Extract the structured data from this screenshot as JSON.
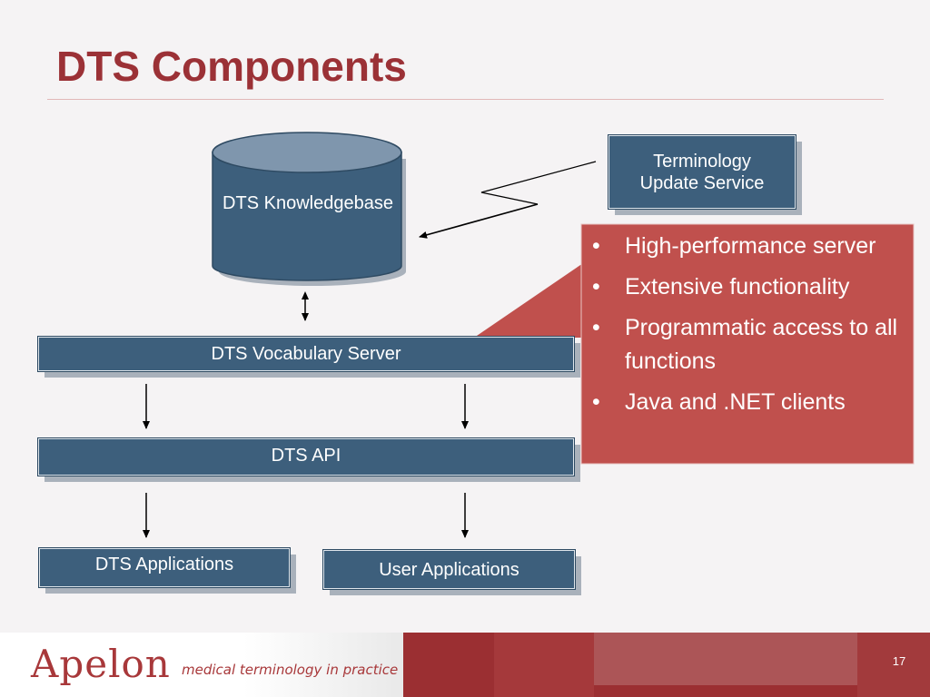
{
  "slide": {
    "title": "DTS Components",
    "page_number": "17"
  },
  "diagram": {
    "knowledgebase": {
      "line1": "DTS",
      "line2": "Knowledgebase"
    },
    "update_service": {
      "line1": "Terminology",
      "line2": "Update Service"
    },
    "vocabulary_server": "DTS Vocabulary Server",
    "api": "DTS API",
    "dts_applications": "DTS Applications",
    "user_applications": "User Applications"
  },
  "callout": {
    "bullets": [
      "High-performance server",
      "Extensive functionality",
      "Programmatic access to all functions",
      "Java and .NET clients"
    ]
  },
  "footer": {
    "logo": "Apelon",
    "tagline": "medical terminology in practice"
  },
  "colors": {
    "title": "#9b3136",
    "box_fill": "#3d5f7c",
    "callout_fill": "#c0504d",
    "footer_red": "#9b2f32"
  }
}
